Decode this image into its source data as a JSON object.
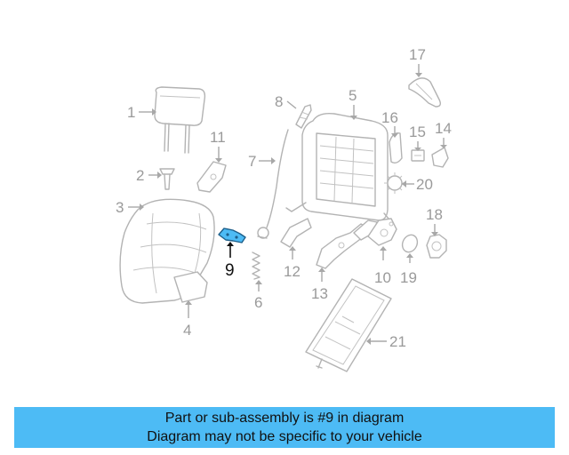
{
  "callouts": {
    "c1": "1",
    "c2": "2",
    "c3": "3",
    "c4": "4",
    "c5": "5",
    "c6": "6",
    "c7": "7",
    "c8": "8",
    "c9": "9",
    "c10": "10",
    "c11": "11",
    "c12": "12",
    "c13": "13",
    "c14": "14",
    "c15": "15",
    "c16": "16",
    "c17": "17",
    "c18": "18",
    "c19": "19",
    "c20": "20",
    "c21": "21"
  },
  "highlighted_part": "9",
  "colors": {
    "highlight": "#4dbbf5",
    "banner": "#4dbbf5",
    "part_stroke": "#b3b3b3"
  },
  "banner": {
    "line1": "Part or sub-assembly is #9 in diagram",
    "line2": "Diagram may not be specific to your vehicle"
  }
}
